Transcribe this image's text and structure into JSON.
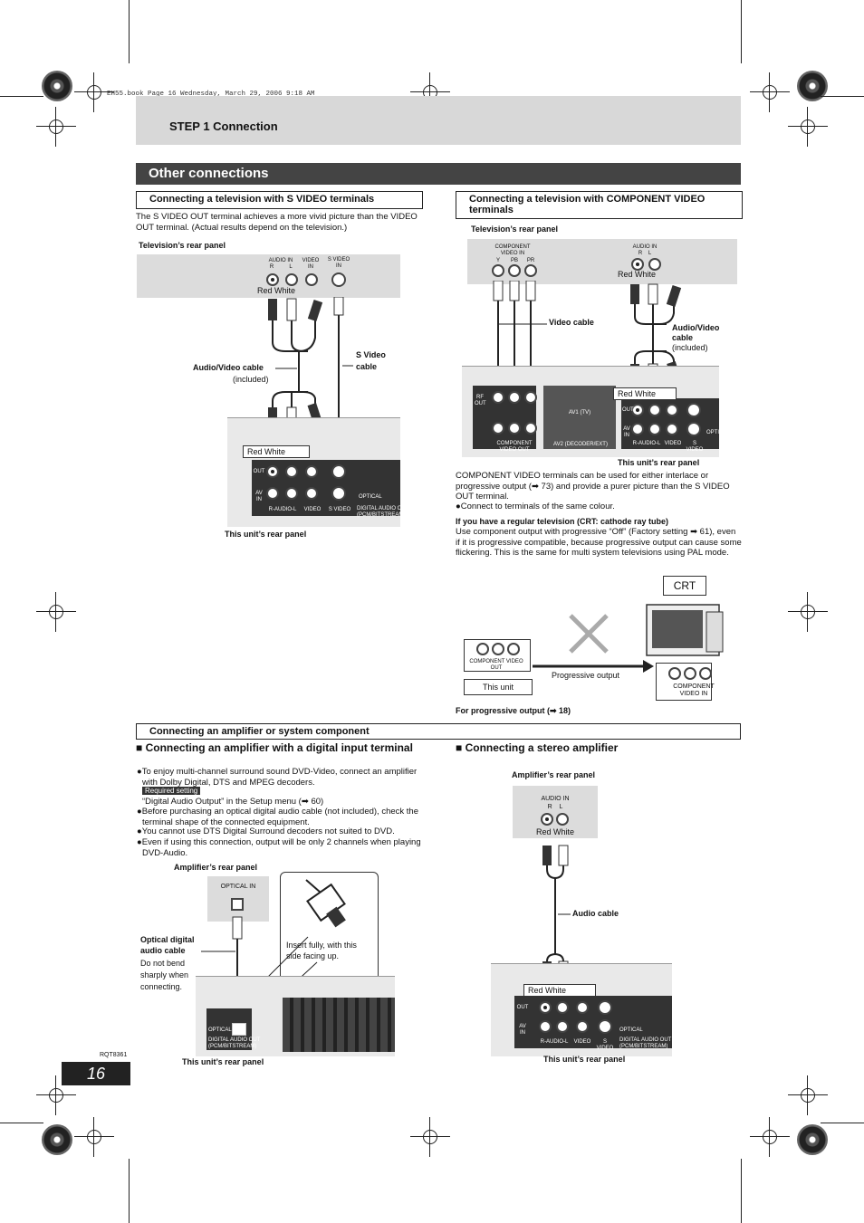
{
  "file_info": "EH55.book  Page 16  Wednesday, March 29, 2006  9:18 AM",
  "step_header": "STEP 1  Connection",
  "section_title": "Other connections",
  "svideo": {
    "heading": "Connecting a television with S VIDEO terminals",
    "body": "The S VIDEO OUT terminal achieves a more vivid picture than the VIDEO OUT terminal. (Actual results depend on the television.)",
    "tv_panel_label": "Television’s rear panel",
    "tv_jacks": {
      "audio_in": "AUDIO IN",
      "r": "R",
      "l": "L",
      "video_in": "VIDEO\nIN",
      "s_video_in": "S VIDEO\nIN"
    },
    "red_white": "Red White",
    "av_cable": "Audio/Video cable",
    "included": "(included)",
    "s_video_cable": "S Video\ncable",
    "unit_red_white": "Red White",
    "unit_labels": {
      "out": "OUT",
      "av_in": "AV IN",
      "optical": "OPTICAL",
      "r_audio_l": "R-AUDIO-L",
      "video": "VIDEO",
      "s_video": "S VIDEO",
      "digital_out": "DIGITAL AUDIO OUT\n(PCM/BITSTREAM)"
    },
    "unit_panel_label": "This unit’s rear panel"
  },
  "component": {
    "heading": "Connecting a television with COMPONENT VIDEO terminals",
    "tv_panel_label": "Television’s rear panel",
    "tv_comp_label": "COMPONENT\nVIDEO IN",
    "tv_comp_jacks": [
      "Y",
      "PB",
      "PR"
    ],
    "tv_audio_label": "AUDIO IN",
    "tv_audio_rl": "R    L",
    "red_white": "Red White",
    "video_cable": "Video cable",
    "av_cable": "Audio/Video\ncable",
    "included": "(included)",
    "unit_red_white": "Red White",
    "unit_labels": {
      "rf_out": "RF\nOUT",
      "av1": "AV1 (TV)",
      "av2": "AV2 (DECODER/EXT)",
      "component_out": "COMPONENT VIDEO OUT",
      "out": "OUT",
      "av_in": "AV IN",
      "r_audio_l": "R-AUDIO-L",
      "video": "VIDEO",
      "s_video": "S VIDEO",
      "opt": "OPTI"
    },
    "unit_panel_label": "This unit’s rear panel",
    "body1": "COMPONENT VIDEO terminals can be used for either interlace or progressive output (➡ 73) and provide a purer picture than the S VIDEO OUT terminal.",
    "bullet1": "●Connect to terminals of the same colour.",
    "crt_heading": "If you have a regular television (CRT: cathode ray tube)",
    "crt_body": "Use component output with progressive “Off” (Factory setting ➡ 61), even if it is progressive compatible, because progressive output can cause some flickering. This is the same for multi system televisions using PAL mode.",
    "crt_label": "CRT",
    "unit_comp_out": "COMPONENT VIDEO OUT",
    "this_unit": "This unit",
    "progressive_output": "Progressive output",
    "tv_comp_in": "COMPONENT\nVIDEO IN",
    "footnote": "For progressive output (➡ 18)"
  },
  "amplifier": {
    "heading": "Connecting an amplifier or system component",
    "digital": {
      "title": "■ Connecting an amplifier with a digital input terminal",
      "b1": "●To enjoy multi-channel surround sound DVD-Video, connect an amplifier with Dolby Digital, DTS and MPEG decoders.",
      "required": "Required setting",
      "setting": "“Digital Audio Output” in the Setup menu (➡ 60)",
      "b2": "●Before purchasing an optical digital audio cable (not included), check the terminal shape of the connected equipment.",
      "b3": "●You cannot use DTS Digital Surround decoders not suited to DVD.",
      "b4": "●Even if using this connection, output will be only 2 channels when playing DVD-Audio.",
      "amp_panel_label": "Amplifier’s rear panel",
      "optical_in": "OPTICAL IN",
      "insert_note": "Insert fully, with this side facing up.",
      "optical_cable": "Optical digital\naudio cable",
      "no_bend": "Do not bend\nsharply when\nconnecting.",
      "unit_optical": "OPTICAL",
      "unit_digital_out": "DIGITAL AUDIO OUT\n(PCM/BITSTREAM)",
      "unit_panel_label": "This unit’s rear panel"
    },
    "stereo": {
      "title": "■ Connecting a stereo amplifier",
      "amp_panel_label": "Amplifier’s rear panel",
      "audio_in": "AUDIO IN",
      "rl": "R    L",
      "red_white": "Red White",
      "audio_cable": "Audio cable",
      "unit_red_white": "Red White",
      "unit_labels": {
        "out": "OUT",
        "av_in": "AV IN",
        "r_audio_l": "R-AUDIO-L",
        "video": "VIDEO",
        "s_video": "S VIDEO",
        "optical": "OPTICAL",
        "digital_out": "DIGITAL AUDIO OUT\n(PCM/BITSTREAM)"
      },
      "unit_panel_label": "This unit’s rear panel"
    }
  },
  "doc_code": "RQT8361",
  "page_number": "16"
}
